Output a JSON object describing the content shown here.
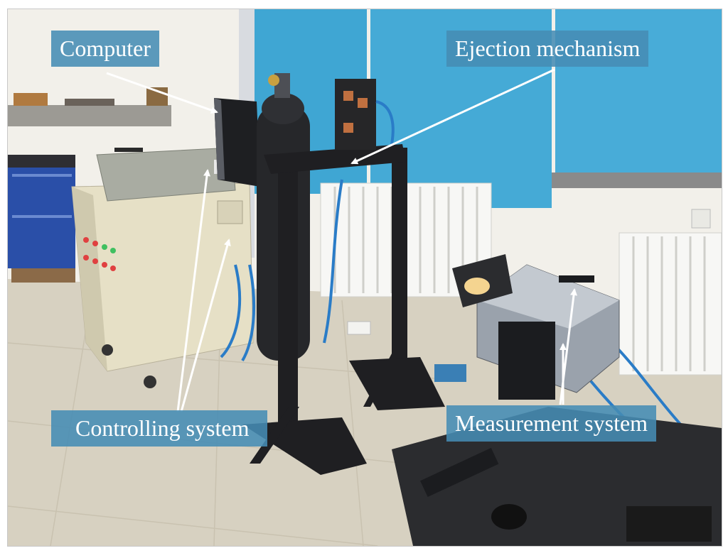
{
  "labels": {
    "computer": "Computer",
    "ejection": "Ejection mechanism",
    "controlling": "Controlling system",
    "measurement": "Measurement system"
  },
  "colors": {
    "label_bg": "#468cb4",
    "label_text": "#ffffff",
    "arrow": "#ffffff",
    "blind": "#3fa6d3",
    "wall": "#f2f0ea",
    "floor": "#d9d3c4",
    "cabinet": "#e6e0c6"
  }
}
